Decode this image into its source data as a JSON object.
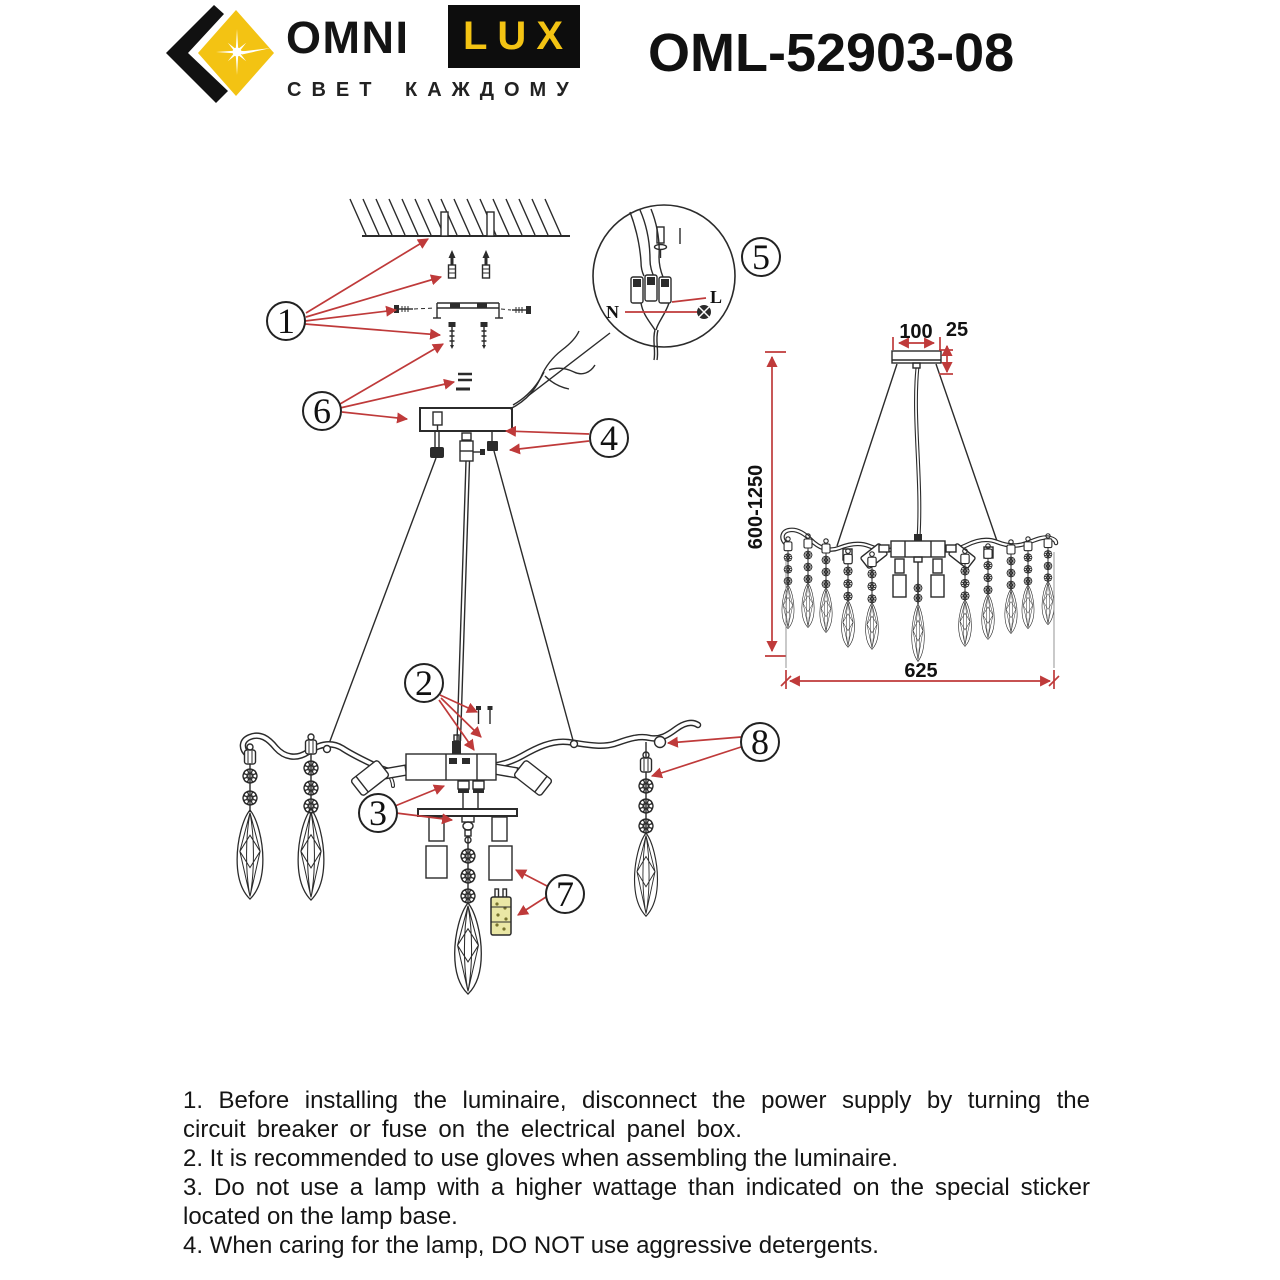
{
  "header": {
    "brand_omni": "OMNI",
    "brand_lux": "LUX",
    "brand_tagline": "СВЕТ КАЖДОМУ",
    "model_number": "OML-52903-08"
  },
  "diagram": {
    "callouts": [
      "1",
      "2",
      "3",
      "4",
      "5",
      "6",
      "7",
      "8"
    ],
    "detail_labels": {
      "neutral": "N",
      "line": "L"
    },
    "dimensions": {
      "canopy_width": "100",
      "canopy_drop": "25",
      "height_range": "600-1250",
      "fixture_width": "625"
    }
  },
  "instructions": [
    "1. Before installing the luminaire, disconnect the power supply by turning the circuit breaker or fuse on the electrical panel box.",
    "2. It is recommended to use gloves when assembling the luminaire.",
    "3. Do not use a lamp with a higher wattage than indicated on the special sticker located on the lamp base.",
    "4. When caring for the lamp, DO NOT use aggressive detergents."
  ],
  "colors": {
    "accent_red": "#bf3a3a",
    "brand_yellow": "#f3c313",
    "bulb_highlight": "#eae7a5"
  }
}
